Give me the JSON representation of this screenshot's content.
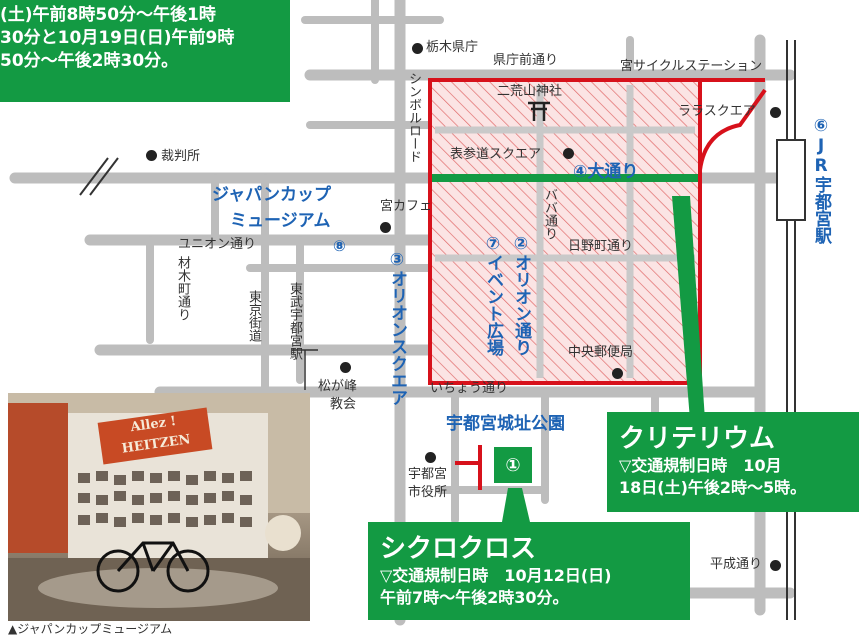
{
  "colors": {
    "road": "#bdbdbd",
    "event_zone": "#d7111b",
    "green_road": "#139a43",
    "label_blue": "#1e63b4",
    "box_green": "#139a43"
  },
  "top_box": {
    "line1": "(土)午前8時50分～午後1時",
    "line2": "30分と10月19日(日)午前9時",
    "line3": "50分～午後2時30分。"
  },
  "places": {
    "tochigi_pref_office": "栃木県庁",
    "kencho_mae_dori": "県庁前通り",
    "miya_cycle_station": "宮サイクルステーション",
    "futaarayama_shrine": "二荒山神社",
    "lalasquare": "ララスクエア",
    "symbol_road": "シンボルロード",
    "court": "裁判所",
    "omotesando_square": "表参道スクエア",
    "odori": "④大通り",
    "jr_station": "⑥JR宇都宮駅",
    "japan_cup_museum_1": "ジャパンカップ",
    "japan_cup_museum_2": "ミュージアム",
    "museum_number": "⑧",
    "miya_cafe": "宮カフェ",
    "baba_dori": "ババ通り",
    "union_dori": "ユニオン通り",
    "zaimokucho_dori": "材木町通り",
    "hinocho_dori": "日野町通り",
    "orion_square": "③オリオンスクエア",
    "orion_dori": "②オリオン通り",
    "event_plaza": "⑦イベント広場",
    "tokyo_kaido": "東京街道",
    "tobu_station": "東武宇都宮駅",
    "central_post_office": "中央郵便局",
    "matsugamine_church_1": "松が峰",
    "matsugamine_church_2": "教会",
    "icho_dori": "いちょう通り",
    "castle_park": "宇都宮城址公園",
    "castle_park_number": "①",
    "city_hall_1": "宇都宮",
    "city_hall_2": "市役所",
    "heisei_dori": "平成通り"
  },
  "criterium_box": {
    "title": "クリテリウム",
    "line1": "▽交通規制日時　10月",
    "line2": "18日(土)午後2時～5時。"
  },
  "cyclocross_box": {
    "title": "シクロクロス",
    "line1": "▽交通規制日時　10月12日(日)",
    "line2": "午前7時～午後2時30分。"
  },
  "photo": {
    "sign_line1": "Allez !",
    "sign_line2": "HEITZEN",
    "caption": "▲ジャパンカップミュージアム"
  }
}
